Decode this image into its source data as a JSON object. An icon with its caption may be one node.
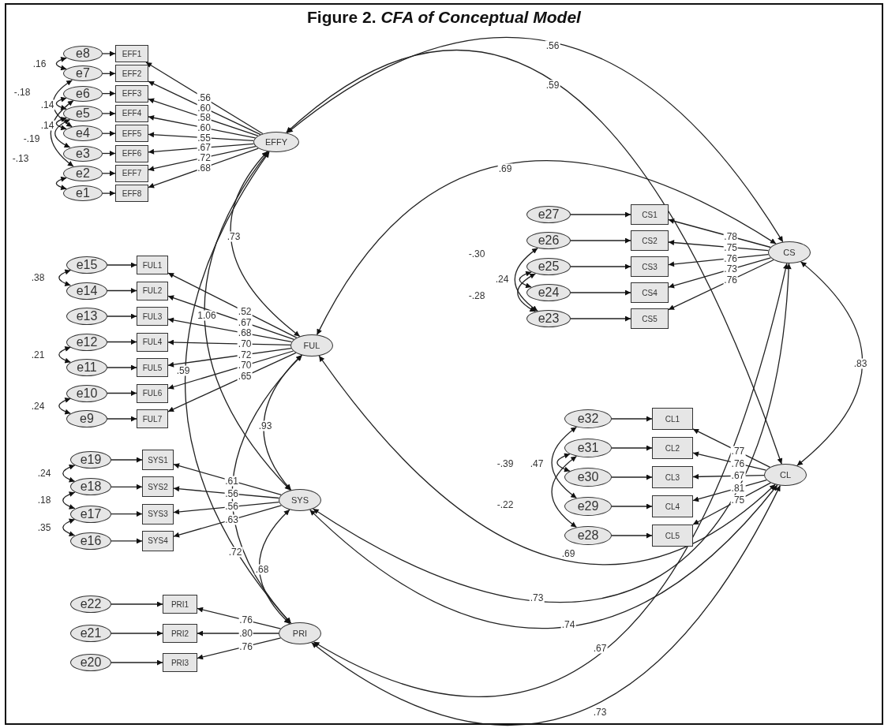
{
  "diagram": {
    "title": "Figure 2. *CFA of Conceptual Model*",
    "nodes": [
      {
        "text": [
          "e8"
        ]
      },
      {
        "text": [
          "e7"
        ]
      },
      {
        "text": [
          "e6"
        ]
      },
      {
        "text": [
          "e5"
        ]
      },
      {
        "text": [
          "e4"
        ]
      },
      {
        "text": [
          "e3"
        ]
      },
      {
        "text": [
          "e2"
        ]
      },
      {
        "text": [
          "e1"
        ]
      },
      {
        "text": [
          "EFF1"
        ]
      },
      {
        "text": [
          "EFF2"
        ]
      },
      {
        "text": [
          "EFF3"
        ]
      },
      {
        "text": [
          "EFF4"
        ]
      },
      {
        "text": [
          "EFF5"
        ]
      },
      {
        "text": [
          "EFF6"
        ]
      },
      {
        "text": [
          "EFF7"
        ]
      },
      {
        "text": [
          "EFF8"
        ]
      },
      {
        "text": [
          "EFFY"
        ]
      },
      {
        "text": [
          "e15"
        ]
      },
      {
        "text": [
          "e14"
        ]
      },
      {
        "text": [
          "e13"
        ]
      },
      {
        "text": [
          "e12"
        ]
      },
      {
        "text": [
          "e11"
        ]
      },
      {
        "text": [
          "e10"
        ]
      },
      {
        "text": [
          "e9"
        ]
      },
      {
        "text": [
          "FUL1"
        ]
      },
      {
        "text": [
          "FUL2"
        ]
      },
      {
        "text": [
          "FUL3"
        ]
      },
      {
        "text": [
          "FUL4"
        ]
      },
      {
        "text": [
          "FUL5"
        ]
      },
      {
        "text": [
          "FUL6"
        ]
      },
      {
        "text": [
          "FUL7"
        ]
      },
      {
        "text": [
          "FUL"
        ]
      },
      {
        "text": [
          "e19"
        ]
      },
      {
        "text": [
          "e18"
        ]
      },
      {
        "text": [
          "e17"
        ]
      },
      {
        "text": [
          "e16"
        ]
      },
      {
        "text": [
          "SYS1"
        ]
      },
      {
        "text": [
          "SYS2"
        ]
      },
      {
        "text": [
          "SYS3"
        ]
      },
      {
        "text": [
          "SYS4"
        ]
      },
      {
        "text": [
          "SYS"
        ]
      },
      {
        "text": [
          "e22"
        ]
      },
      {
        "text": [
          "e21"
        ]
      },
      {
        "text": [
          "e20"
        ]
      },
      {
        "text": [
          "PRI1"
        ]
      },
      {
        "text": [
          "PRI2"
        ]
      },
      {
        "text": [
          "PRI3"
        ]
      },
      {
        "text": [
          "PRI"
        ]
      },
      {
        "text": [
          "e27"
        ]
      },
      {
        "text": [
          "e26"
        ]
      },
      {
        "text": [
          "e25"
        ]
      },
      {
        "text": [
          "e24"
        ]
      },
      {
        "text": [
          "e23"
        ]
      },
      {
        "text": [
          "CS1"
        ]
      },
      {
        "text": [
          "CS2"
        ]
      },
      {
        "text": [
          "CS3"
        ]
      },
      {
        "text": [
          "CS4"
        ]
      },
      {
        "text": [
          "CS5"
        ]
      },
      {
        "text": [
          "CS"
        ]
      },
      {
        "text": [
          "e32"
        ]
      },
      {
        "text": [
          "e31"
        ]
      },
      {
        "text": [
          "e30"
        ]
      },
      {
        "text": [
          "e29"
        ]
      },
      {
        "text": [
          "e28"
        ]
      },
      {
        "text": [
          "CL1"
        ]
      },
      {
        "text": [
          "CL2"
        ]
      },
      {
        "text": [
          "CL3"
        ]
      },
      {
        "text": [
          "CL4"
        ]
      },
      {
        "text": [
          "CL5"
        ]
      },
      {
        "text": [
          "CL"
        ]
      }
    ],
    "edges": [
      {
        "from": 0,
        "to": 8,
        "arrow": "to"
      },
      {
        "from": 1,
        "to": 9,
        "arrow": "to"
      },
      {
        "from": 2,
        "to": 10,
        "arrow": "to"
      },
      {
        "from": 3,
        "to": 11,
        "arrow": "to"
      },
      {
        "from": 4,
        "to": 12,
        "arrow": "to"
      },
      {
        "from": 5,
        "to": 13,
        "arrow": "to"
      },
      {
        "from": 6,
        "to": 14,
        "arrow": "to"
      },
      {
        "from": 7,
        "to": 15,
        "arrow": "to"
      },
      {
        "from": 16,
        "to": 8,
        "arrow": "to",
        "label": ".56"
      },
      {
        "from": 16,
        "to": 9,
        "arrow": "to",
        "label": ".60"
      },
      {
        "from": 16,
        "to": 10,
        "arrow": "to",
        "label": ".58"
      },
      {
        "from": 16,
        "to": 11,
        "arrow": "to",
        "label": ".60"
      },
      {
        "from": 16,
        "to": 12,
        "arrow": "to",
        "label": ".55"
      },
      {
        "from": 16,
        "to": 13,
        "arrow": "to",
        "label": ".67"
      },
      {
        "from": 16,
        "to": 14,
        "arrow": "to",
        "label": ".72"
      },
      {
        "from": 16,
        "to": 15,
        "arrow": "to",
        "label": ".68"
      },
      {
        "from": 0,
        "to": 1,
        "arrow": "both",
        "label": ".16"
      },
      {
        "from": 2,
        "to": 3,
        "arrow": "both",
        "label": ".14"
      },
      {
        "from": 1,
        "to": 4,
        "arrow": "both",
        "label": "-.18"
      },
      {
        "from": 3,
        "to": 4,
        "arrow": "both",
        "label": ".14"
      },
      {
        "from": 3,
        "to": 5,
        "arrow": "both",
        "label": "-.19"
      },
      {
        "from": 2,
        "to": 6,
        "arrow": "both",
        "label": "-.13"
      },
      {
        "from": 6,
        "to": 7,
        "arrow": "both"
      },
      {
        "from": 17,
        "to": 24,
        "arrow": "to"
      },
      {
        "from": 18,
        "to": 25,
        "arrow": "to"
      },
      {
        "from": 19,
        "to": 26,
        "arrow": "to"
      },
      {
        "from": 20,
        "to": 27,
        "arrow": "to"
      },
      {
        "from": 21,
        "to": 28,
        "arrow": "to"
      },
      {
        "from": 22,
        "to": 29,
        "arrow": "to"
      },
      {
        "from": 23,
        "to": 30,
        "arrow": "to"
      },
      {
        "from": 31,
        "to": 24,
        "arrow": "to",
        "label": ".52"
      },
      {
        "from": 31,
        "to": 25,
        "arrow": "to",
        "label": ".67"
      },
      {
        "from": 31,
        "to": 26,
        "arrow": "to",
        "label": ".68"
      },
      {
        "from": 31,
        "to": 27,
        "arrow": "to",
        "label": ".70"
      },
      {
        "from": 31,
        "to": 28,
        "arrow": "to",
        "label": ".72"
      },
      {
        "from": 31,
        "to": 29,
        "arrow": "to",
        "label": ".70"
      },
      {
        "from": 31,
        "to": 30,
        "arrow": "to",
        "label": ".65"
      },
      {
        "from": 17,
        "to": 18,
        "arrow": "both",
        "label": ".38"
      },
      {
        "from": 20,
        "to": 21,
        "arrow": "both",
        "label": ".21"
      },
      {
        "from": 22,
        "to": 23,
        "arrow": "both",
        "label": ".24"
      },
      {
        "from": 32,
        "to": 36,
        "arrow": "to"
      },
      {
        "from": 33,
        "to": 37,
        "arrow": "to"
      },
      {
        "from": 34,
        "to": 38,
        "arrow": "to"
      },
      {
        "from": 35,
        "to": 39,
        "arrow": "to"
      },
      {
        "from": 40,
        "to": 36,
        "arrow": "to",
        "label": ".61"
      },
      {
        "from": 40,
        "to": 37,
        "arrow": "to",
        "label": ".56"
      },
      {
        "from": 40,
        "to": 38,
        "arrow": "to",
        "label": ".56"
      },
      {
        "from": 40,
        "to": 39,
        "arrow": "to",
        "label": ".63"
      },
      {
        "from": 32,
        "to": 33,
        "arrow": "both",
        "label": ".24"
      },
      {
        "from": 33,
        "to": 34,
        "arrow": "both",
        "label": ".18"
      },
      {
        "from": 34,
        "to": 35,
        "arrow": "both",
        "label": ".35"
      },
      {
        "from": 41,
        "to": 44,
        "arrow": "to"
      },
      {
        "from": 42,
        "to": 45,
        "arrow": "to"
      },
      {
        "from": 43,
        "to": 46,
        "arrow": "to"
      },
      {
        "from": 47,
        "to": 44,
        "arrow": "to",
        "label": ".76"
      },
      {
        "from": 47,
        "to": 45,
        "arrow": "to",
        "label": ".80"
      },
      {
        "from": 47,
        "to": 46,
        "arrow": "to",
        "label": ".76"
      },
      {
        "from": 48,
        "to": 53,
        "arrow": "to"
      },
      {
        "from": 49,
        "to": 54,
        "arrow": "to"
      },
      {
        "from": 50,
        "to": 55,
        "arrow": "to"
      },
      {
        "from": 51,
        "to": 56,
        "arrow": "to"
      },
      {
        "from": 52,
        "to": 57,
        "arrow": "to"
      },
      {
        "from": 58,
        "to": 53,
        "arrow": "to",
        "label": ".78"
      },
      {
        "from": 58,
        "to": 54,
        "arrow": "to",
        "label": ".75"
      },
      {
        "from": 58,
        "to": 55,
        "arrow": "to",
        "label": ".76"
      },
      {
        "from": 58,
        "to": 56,
        "arrow": "to",
        "label": ".73"
      },
      {
        "from": 58,
        "to": 57,
        "arrow": "to",
        "label": ".76"
      },
      {
        "from": 49,
        "to": 52,
        "arrow": "both",
        "label": "-.30"
      },
      {
        "from": 50,
        "to": 51,
        "arrow": "both",
        "label": ".24"
      },
      {
        "from": 50,
        "to": 52,
        "arrow": "both",
        "label": "-.28"
      },
      {
        "from": 59,
        "to": 64,
        "arrow": "to"
      },
      {
        "from": 60,
        "to": 65,
        "arrow": "to"
      },
      {
        "from": 61,
        "to": 66,
        "arrow": "to"
      },
      {
        "from": 62,
        "to": 67,
        "arrow": "to"
      },
      {
        "from": 63,
        "to": 68,
        "arrow": "to"
      },
      {
        "from": 69,
        "to": 64,
        "arrow": "to",
        "label": ".77"
      },
      {
        "from": 69,
        "to": 65,
        "arrow": "to",
        "label": ".76"
      },
      {
        "from": 69,
        "to": 66,
        "arrow": "to",
        "label": ".67"
      },
      {
        "from": 69,
        "to": 67,
        "arrow": "to",
        "label": ".81"
      },
      {
        "from": 69,
        "to": 68,
        "arrow": "to",
        "label": ".75"
      },
      {
        "from": 59,
        "to": 62,
        "arrow": "both",
        "label": "-.39"
      },
      {
        "from": 60,
        "to": 61,
        "arrow": "both",
        "label": ".47"
      },
      {
        "from": 60,
        "to": 63,
        "arrow": "both",
        "label": "-.22"
      },
      {
        "from": 16,
        "to": 58,
        "arrow": "both",
        "label": ".56"
      },
      {
        "from": 16,
        "to": 69,
        "arrow": "both",
        "label": ".59"
      },
      {
        "from": 31,
        "to": 58,
        "arrow": "both",
        "label": ".69"
      },
      {
        "from": 16,
        "to": 31,
        "arrow": "both",
        "label": ".73"
      },
      {
        "from": 16,
        "to": 40,
        "arrow": "both",
        "label": "1.06"
      },
      {
        "from": 16,
        "to": 47,
        "arrow": "both",
        "label": ".59"
      },
      {
        "from": 31,
        "to": 47,
        "arrow": "both",
        "label": ".72"
      },
      {
        "from": 31,
        "to": 40,
        "arrow": "both",
        "label": ".93"
      },
      {
        "from": 40,
        "to": 47,
        "arrow": "both",
        "label": ".68"
      },
      {
        "from": 58,
        "to": 69,
        "arrow": "both",
        "label": ".83"
      },
      {
        "from": 31,
        "to": 69,
        "arrow": "both",
        "label": ".69"
      },
      {
        "from": 40,
        "to": 58,
        "arrow": "both",
        "label": ".73"
      },
      {
        "from": 40,
        "to": 69,
        "arrow": "both",
        "label": ".74"
      },
      {
        "from": 47,
        "to": 58,
        "arrow": "both",
        "label": ".67"
      },
      {
        "from": 47,
        "to": 69,
        "arrow": "both",
        "label": ".73"
      }
    ]
  }
}
